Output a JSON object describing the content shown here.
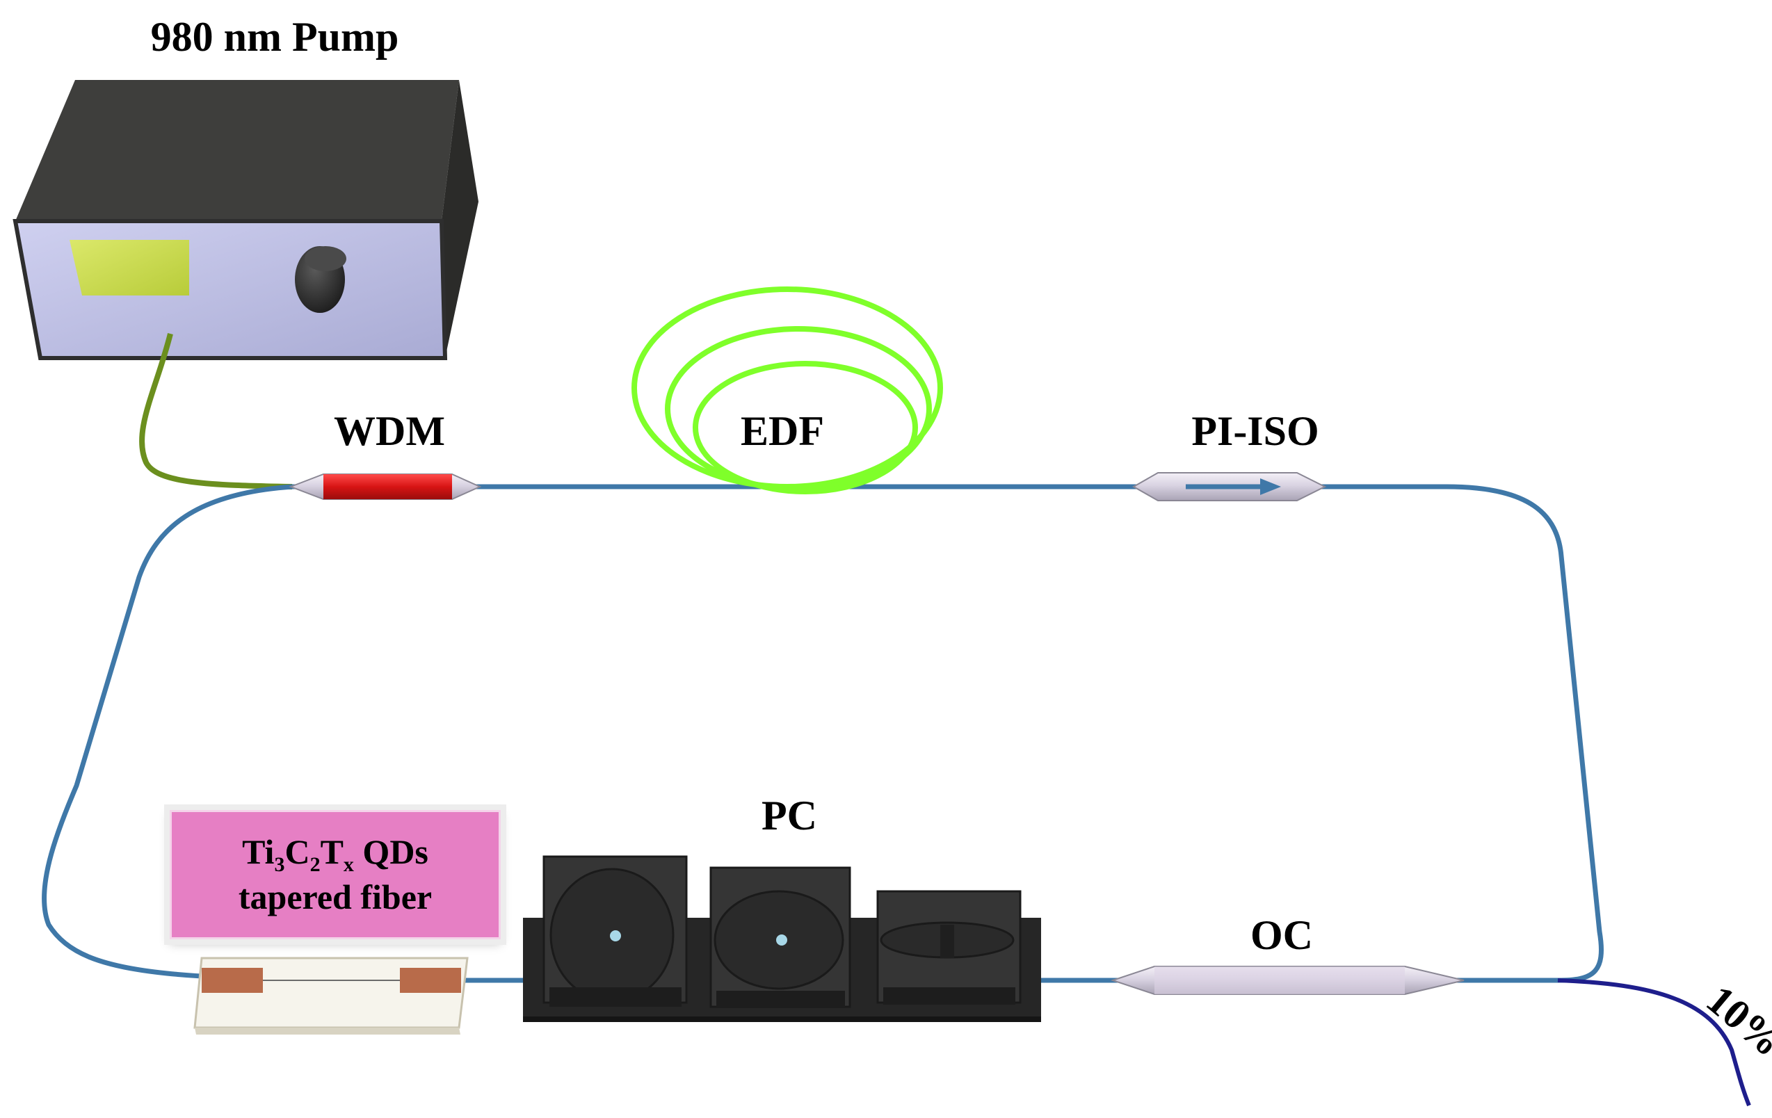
{
  "labels": {
    "pump": "980 nm Pump",
    "wdm": "WDM",
    "edf": "EDF",
    "iso": "PI-ISO",
    "pc": "PC",
    "oc": "OC",
    "output": "10%"
  },
  "sample_box": {
    "line1_parts": [
      "Ti",
      "3",
      "C",
      "2",
      "T",
      "x",
      " QDs"
    ],
    "line2": "tapered fiber"
  },
  "colors": {
    "fiber": "#3f78a8",
    "pump_fiber": "#6b8f1e",
    "edf": "#7fff2a",
    "wdm": "#e01818",
    "output_fiber": "#1e1e8c",
    "sample_box": "#e67fc4"
  }
}
